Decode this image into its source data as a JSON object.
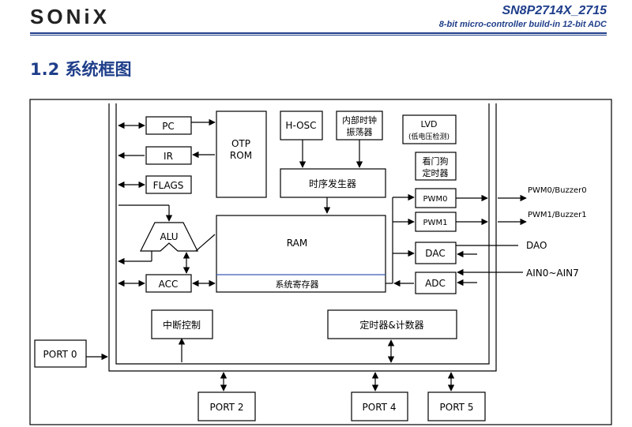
{
  "header": {
    "logo": "SONiX",
    "doc_title": "SN8P2714X_2715",
    "doc_subtitle": "8-bit micro-controller build-in 12-bit ADC",
    "section_title": "1.2 系统框图"
  },
  "diagram": {
    "blocks": {
      "pc": "PC",
      "ir": "IR",
      "flags": "FLAGS",
      "otp_line1": "OTP",
      "otp_line2": "ROM",
      "hosc": "H-OSC",
      "int_clk_line1": "内部时钟",
      "int_clk_line2": "振荡器",
      "lvd_line1": "LVD",
      "lvd_line2": "(低电压检测)",
      "wdt_line1": "看门狗",
      "wdt_line2": "定时器",
      "timing_gen": "时序发生器",
      "alu": "ALU",
      "ram": "RAM",
      "sys_reg": "系统寄存器",
      "acc": "ACC",
      "pwm0": "PWM0",
      "pwm1": "PWM1",
      "dac": "DAC",
      "adc": "ADC",
      "interrupt": "中断控制",
      "timer_counter": "定时器&计数器",
      "port0": "PORT 0",
      "port2": "PORT 2",
      "port4": "PORT 4",
      "port5": "PORT 5"
    },
    "signals": {
      "pwm0_out": "PWM0/Buzzer0",
      "pwm1_out": "PWM1/Buzzer1",
      "dao": "DAO",
      "ain": "AIN0~AIN7"
    }
  }
}
